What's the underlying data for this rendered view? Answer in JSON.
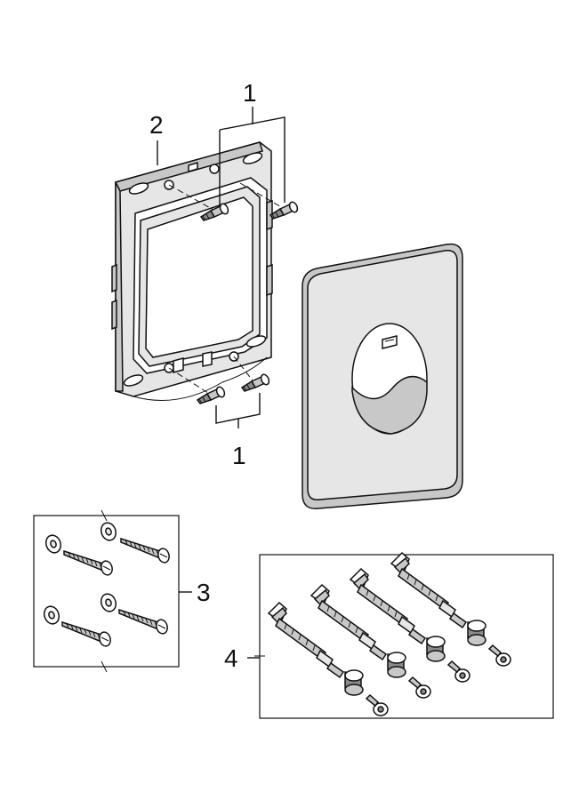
{
  "callouts": {
    "screws_top": "1",
    "frame": "2",
    "wall_plugs_kit": "3",
    "mounting_bolts_kit": "4",
    "screws_bottom": "1"
  }
}
